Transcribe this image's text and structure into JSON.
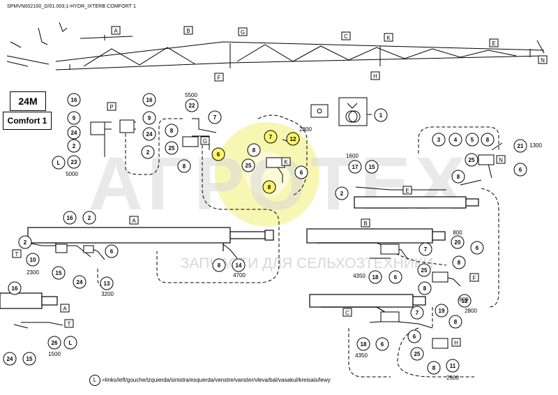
{
  "header": {
    "title": "SPMVN002100_D/01.003;1-HYDR_IXTERB COMFORT 1"
  },
  "badges": {
    "size": "24M",
    "model": "Comfort 1"
  },
  "watermark": {
    "brand": "АГРОТЕХ",
    "subtitle": "ЗАПЧАСТИ ДЛЯ СЕЛЬХОЗТЕХНИКИ"
  },
  "legend": {
    "symbol": "L",
    "text": "=links/left/gouche/izquierda/sinistra/esquerda/venstre/vanster/vleva/bal/vasakul/kreisais/lewy"
  },
  "boom_sections": [
    "A",
    "B",
    "G",
    "C",
    "K",
    "E",
    "N",
    "F",
    "H"
  ],
  "callouts": {
    "p16a": "16",
    "p9a": "9",
    "p24a": "24",
    "p2a": "2",
    "p23": "23",
    "pL1": "L",
    "p16b": "16",
    "p9b": "9",
    "p24b": "24",
    "p2b": "2",
    "g22": "22",
    "g7": "7",
    "g8a": "8",
    "g25": "25",
    "g8b": "8",
    "g6": "6",
    "k7": "7",
    "k12": "12",
    "k8a": "8",
    "k25": "25",
    "k6": "6",
    "k8b": "8",
    "e17": "17",
    "e15": "15",
    "e2": "2",
    "n3": "3",
    "n4": "4",
    "n5": "5",
    "n8": "8",
    "n21": "21",
    "n25": "25",
    "n8b": "8",
    "n6": "6",
    "r1": "1",
    "a16": "16",
    "a2a": "2",
    "a2b": "2",
    "a6": "6",
    "a15": "15",
    "a24": "24",
    "a10": "10",
    "a13": "13",
    "a8": "8",
    "a14": "14",
    "b7": "7",
    "b18": "18",
    "b6": "6",
    "b20": "20",
    "b6b": "6",
    "b25": "25",
    "b8": "8",
    "b12": "12",
    "b8b": "8",
    "c7": "7",
    "c19": "19",
    "c18": "18",
    "c6": "6",
    "c8": "8",
    "c6b": "6",
    "c25": "25",
    "c8b": "8",
    "c11": "11",
    "l16": "16",
    "l15": "15",
    "l24": "24",
    "l26": "26",
    "lL": "L"
  },
  "letters": {
    "P": "P",
    "T1": "T",
    "T2": "T",
    "G": "G",
    "K": "K",
    "E": "E",
    "N": "N",
    "A": "A",
    "B": "B",
    "F": "F",
    "C": "C",
    "H": "H",
    "A2": "A"
  },
  "lengths": {
    "l5000": "5000",
    "l5500": "5500",
    "l2800a": "2800",
    "l1600": "1600",
    "l1300": "1300",
    "l800": "800",
    "l2300": "2300",
    "l3200": "3200",
    "l4700": "4700",
    "l4350a": "4350",
    "l2800b": "2800",
    "l600": "600",
    "l4350b": "4350",
    "l2500": "2500",
    "l1500": "1500"
  },
  "colors": {
    "highlight": "#fff46a",
    "watermark_gear": "#f0ee7a",
    "watermark_text": "#c9c9c9",
    "line": "#000000"
  }
}
